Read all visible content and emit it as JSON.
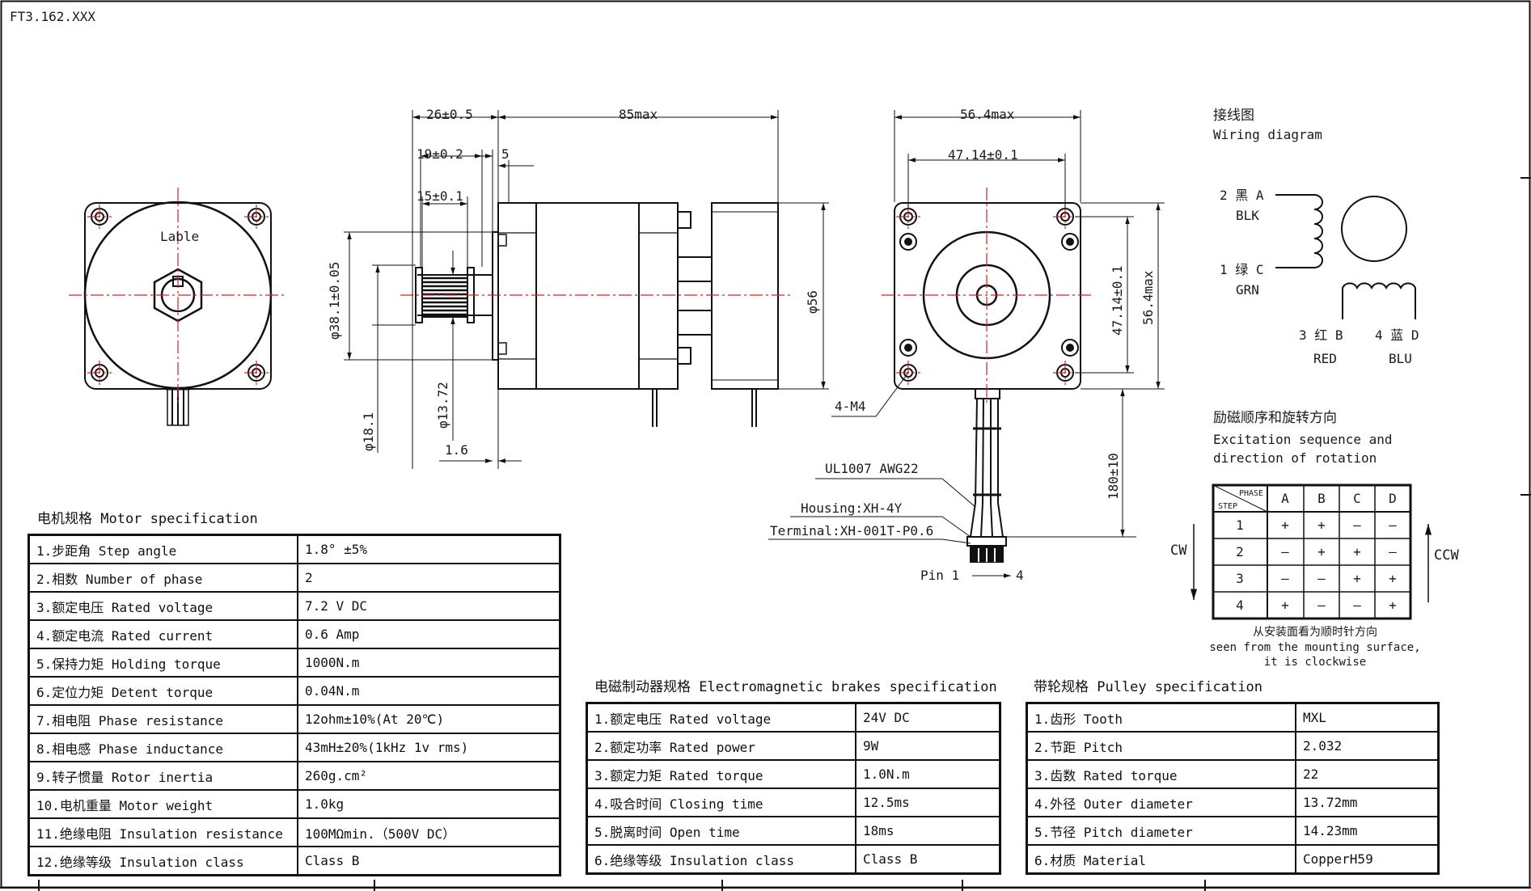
{
  "drawing_no": "FT3.162.XXX",
  "label_text": "Lable",
  "dims": {
    "d26": "26±0.5",
    "d85": "85max",
    "d19": "19±0.2",
    "d5": "5",
    "d15": "15±0.1",
    "d38": "φ38.1±0.05",
    "d18": "φ18.1",
    "d13": "φ13.72",
    "d16": "1.6",
    "d56": "φ56",
    "d564w": "56.4max",
    "d4714w": "47.14±0.1",
    "d4714h": "47.14±0.1",
    "d564h": "56.4max",
    "m4": "4-M4",
    "d180": "180±10"
  },
  "cable": {
    "wire": "UL1007 AWG22",
    "housing": "Housing:XH-4Y",
    "terminal": "Terminal:XH-001T-P0.6",
    "pin1": "Pin 1",
    "pin4": "4"
  },
  "wiring": {
    "title_cn": "接线图",
    "title_en": "Wiring diagram",
    "w2": "2  黑 A",
    "w2en": "BLK",
    "w1": "1  绿 C",
    "w1en": "GRN",
    "w3": "3 红 B",
    "w3en": "RED",
    "w4": "4 蓝 D",
    "w4en": "BLU"
  },
  "excitation": {
    "title_cn": "励磁顺序和旋转方向",
    "title_en1": "Excitation sequence and",
    "title_en2": "direction of rotation",
    "phase": "PHASE",
    "step": "STEP",
    "cols": [
      "A",
      "B",
      "C",
      "D"
    ],
    "rows": [
      {
        "step": "1",
        "vals": [
          "+",
          "+",
          "–",
          "–"
        ]
      },
      {
        "step": "2",
        "vals": [
          "–",
          "+",
          "+",
          "–"
        ]
      },
      {
        "step": "3",
        "vals": [
          "–",
          "–",
          "+",
          "+"
        ]
      },
      {
        "step": "4",
        "vals": [
          "+",
          "–",
          "–",
          "+"
        ]
      }
    ],
    "cw": "CW",
    "ccw": "CCW",
    "note_cn": "从安装面看为顺时针方向",
    "note_en1": "seen from the mounting surface,",
    "note_en2": "it is clockwise"
  },
  "motor_spec": {
    "title": "电机规格 Motor specification",
    "rows": [
      [
        "1.步距角 Step angle",
        "1.8°  ±5%"
      ],
      [
        "2.相数 Number of phase",
        "2"
      ],
      [
        "3.额定电压 Rated voltage",
        "7.2 V DC"
      ],
      [
        "4.额定电流 Rated current",
        "0.6 Amp"
      ],
      [
        "5.保持力矩 Holding torque",
        "1000N.m"
      ],
      [
        "6.定位力矩 Detent torque",
        "0.04N.m"
      ],
      [
        "7.相电阻 Phase resistance",
        "12ohm±10%(At 20℃)"
      ],
      [
        "8.相电感 Phase inductance",
        "43mH±20%(1kHz 1v rms)"
      ],
      [
        "9.转子惯量 Rotor inertia",
        "260g.cm²"
      ],
      [
        "10.电机重量 Motor weight",
        "1.0kg"
      ],
      [
        "11.绝缘电阻 Insulation resistance",
        "100MΩmin.（500V DC）"
      ],
      [
        "12.绝缘等级 Insulation class",
        "Class B"
      ]
    ]
  },
  "brake_spec": {
    "title": "电磁制动器规格 Electromagnetic brakes specification",
    "rows": [
      [
        "1.额定电压 Rated voltage",
        "24V DC"
      ],
      [
        "2.额定功率 Rated power",
        "9W"
      ],
      [
        "3.额定力矩 Rated torque",
        "1.0N.m"
      ],
      [
        "4.吸合时间 Closing time",
        "12.5ms"
      ],
      [
        "5.脱离时间 Open time",
        "18ms"
      ],
      [
        "6.绝缘等级 Insulation class",
        "Class B"
      ]
    ]
  },
  "pulley_spec": {
    "title": "带轮规格 Pulley specification",
    "rows": [
      [
        "1.齿形 Tooth",
        "MXL"
      ],
      [
        "2.节距 Pitch",
        "2.032"
      ],
      [
        "3.齿数 Rated torque",
        "22"
      ],
      [
        "4.外径 Outer diameter",
        "13.72mm"
      ],
      [
        "5.节径 Pitch diameter",
        "14.23mm"
      ],
      [
        "6.材质 Material",
        "CopperH59"
      ]
    ]
  }
}
